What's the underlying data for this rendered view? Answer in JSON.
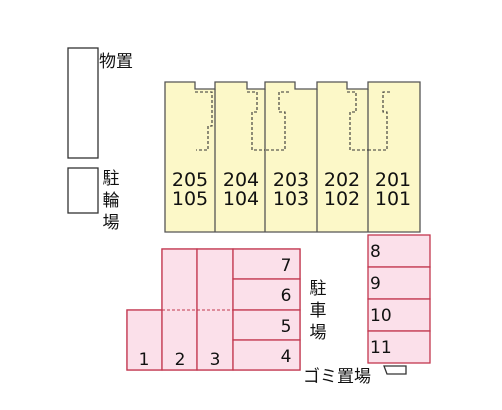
{
  "storage": {
    "label": "物置"
  },
  "bike_parking": {
    "label": [
      "駐",
      "輪",
      "場"
    ]
  },
  "parking": {
    "label": [
      "駐",
      "車",
      "場"
    ]
  },
  "garbage": {
    "label": "ゴミ置場"
  },
  "building": {
    "units": [
      {
        "upper": "205",
        "lower": "105"
      },
      {
        "upper": "204",
        "lower": "104"
      },
      {
        "upper": "203",
        "lower": "103"
      },
      {
        "upper": "202",
        "lower": "102"
      },
      {
        "upper": "201",
        "lower": "101"
      }
    ]
  },
  "parking_spaces": {
    "bottom_row": [
      "1",
      "2",
      "3"
    ],
    "right_of_lot": [
      "7",
      "6",
      "5",
      "4"
    ],
    "separate_lot": [
      "8",
      "9",
      "10",
      "11"
    ]
  },
  "colors": {
    "building_fill": "#fcf8c8",
    "building_stroke": "#555555",
    "parking_fill": "#fbe0ea",
    "parking_stroke": "#c2374f",
    "outline": "#333333"
  }
}
